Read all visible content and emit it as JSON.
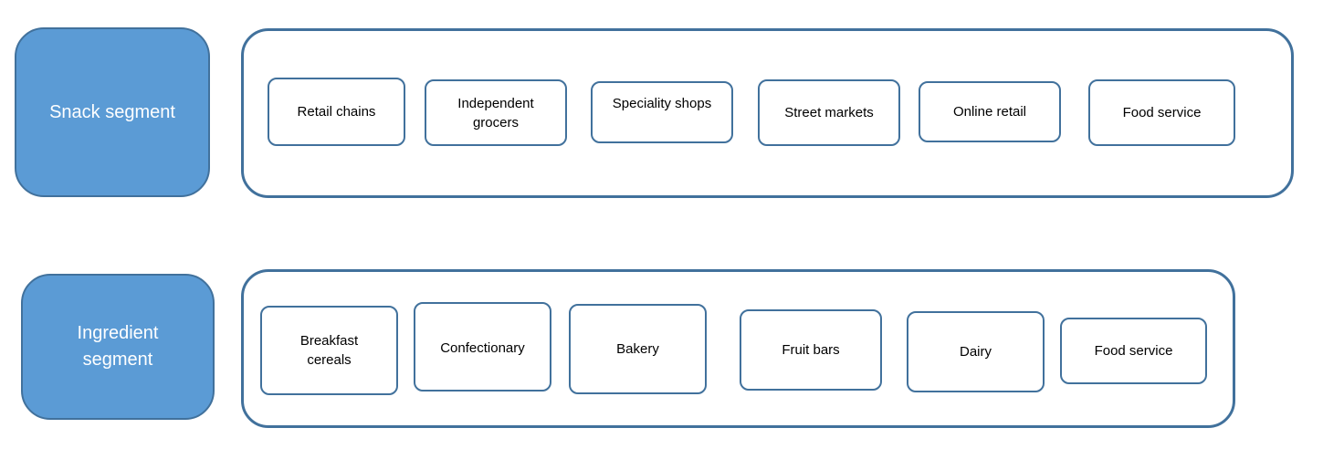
{
  "colors": {
    "segment_fill": "#5b9bd5",
    "outline": "#41719c",
    "segment_text": "#ffffff",
    "box_fill": "#ffffff"
  },
  "rows": [
    {
      "segment": "Snack segment",
      "channels": [
        "Retail chains",
        "Independent\ngrocers",
        "Speciality shops",
        "Street markets",
        "Online retail",
        "Food service"
      ]
    },
    {
      "segment": "Ingredient\nsegment",
      "channels": [
        "Breakfast\ncereals",
        "Confectionary",
        "Bakery",
        "Fruit bars",
        "Dairy",
        "Food service"
      ]
    }
  ]
}
